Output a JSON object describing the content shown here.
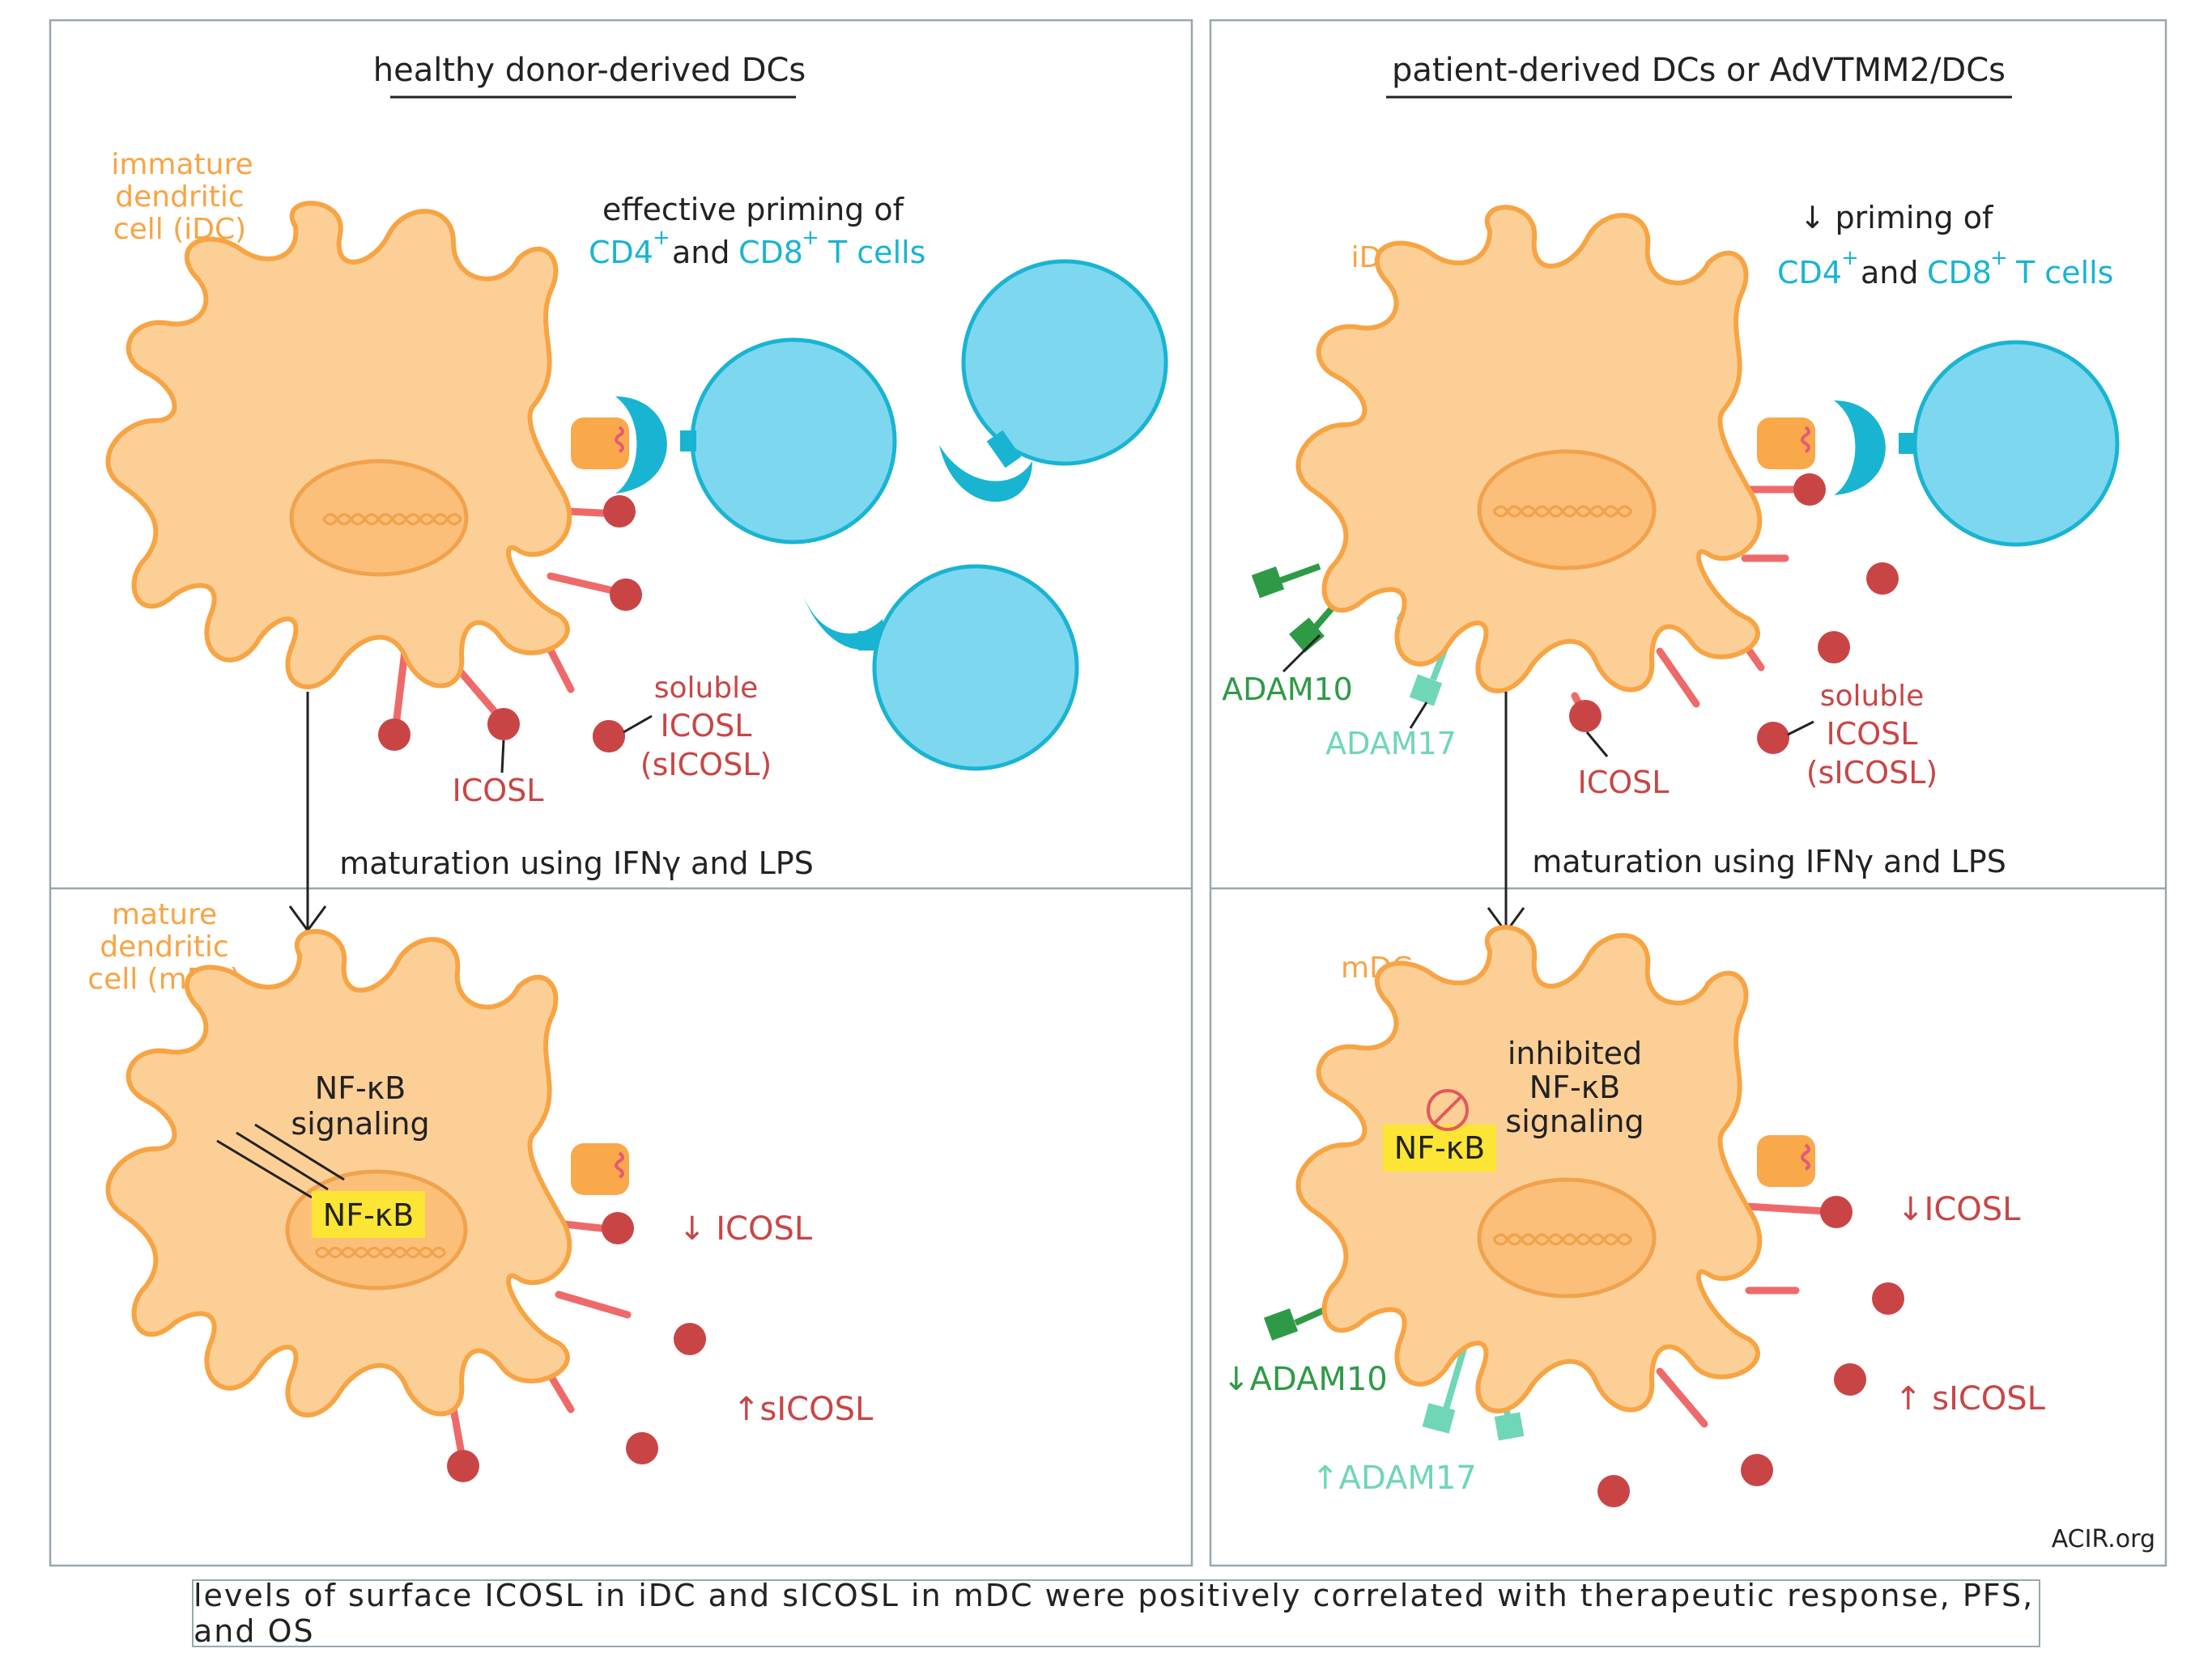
{
  "left_panel": {
    "title": "healthy donor-derived DCs",
    "idc_label": [
      "immature",
      "dendritic",
      "cell (iDC)"
    ],
    "priming": [
      "effective priming of"
    ],
    "cd4": "CD4",
    "cd8": "CD8",
    "plus": "+",
    "and": "and",
    "tcells": "T cells",
    "soluble": [
      "soluble",
      "ICOSL",
      "(sICOSL)"
    ],
    "icosl": "ICOSL",
    "maturation": "maturation using IFNγ and LPS",
    "mdc_label": [
      "mature",
      "dendritic",
      "cell (mDC)"
    ],
    "nfkb_signal": [
      "NF-κB",
      "signaling"
    ],
    "nfkb_box": "NF-κB",
    "down_icosl": "↓ ICOSL",
    "up_sicosl": "↑sICOSL"
  },
  "right_panel": {
    "title": "patient-derived DCs or AdVTMM2/DCs",
    "idc_label": "iDC",
    "priming": "↓ priming of",
    "cd4": "CD4",
    "cd8": "CD8",
    "plus": "+",
    "and": "and",
    "tcells": "T cells",
    "adam10": "ADAM10",
    "adam17": "ADAM17",
    "icosl": "ICOSL",
    "soluble": [
      "soluble",
      "ICOSL",
      "(sICOSL)"
    ],
    "maturation": "maturation using IFNγ and LPS",
    "mdc_label": "mDC",
    "inhibited": [
      "inhibited",
      "NF-κB",
      "signaling"
    ],
    "nfkb_box": "NF-κB",
    "down_icosl": "↓ICOSL",
    "up_sicosl": "↑ sICOSL",
    "down_adam10": "↓ADAM10",
    "up_adam17": "↑ADAM17"
  },
  "credit": "ACIR.org",
  "footer": "levels of surface ICOSL in iDC and sICOSL in mDC were positively correlated with therapeutic response, PFS, and OS",
  "colors": {
    "cell_fill": "#fccf97",
    "cell_stroke": "#f7a444",
    "tcell_fill": "#7dd7ef",
    "tcell_stroke": "#19b4d2",
    "icosl": "#c94545",
    "stalk": "#ee6a6a",
    "adam10": "#2e9a46",
    "adam17": "#6fd6b6",
    "nfkb_bg": "#fde535"
  }
}
